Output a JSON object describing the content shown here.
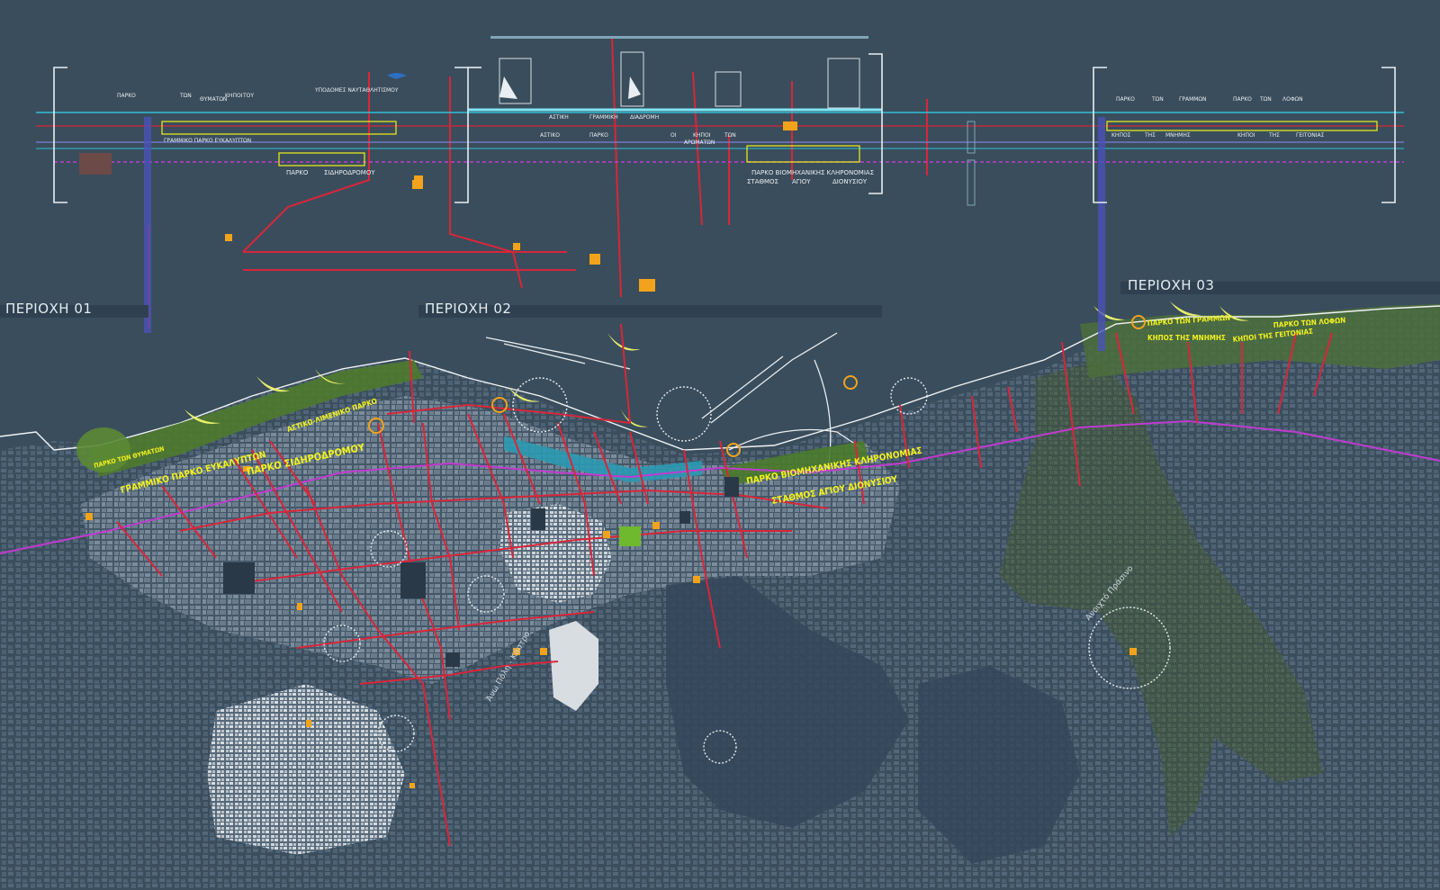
{
  "regions": [
    {
      "label": "ΠΕΡΙΟΧΗ 01"
    },
    {
      "label": "ΠΕΡΙΟΧΗ 02"
    },
    {
      "label": "ΠΕΡΙΟΧΗ 03"
    }
  ],
  "section_labels": {
    "region01_top": [
      "ΠΑΡΚΟ",
      "ΤΩΝ",
      "ΘΥΜΑΤΩΝ",
      "ΚΗΠΟΙ",
      "ΤΟΥ"
    ],
    "region01_top2": "ΓΡΑΜΜΙΚΟ ΠΑΡΚΟ ΕΥΚΑΛΥΠΤΩΝ",
    "region01_infra": "ΥΠΟΔΟΜΕΣ ΝΑΥΤΑΘΛΗΤΙΣΜΟΥ",
    "region01_park": [
      "ΠΑΡΚΟ",
      "ΣΙΔΗΡΟΔΡΟΜΟΥ"
    ],
    "region02_top": [
      "ΑΣΤΙΚΗ",
      "ΓΡΑΜΜΙΚΗ",
      "ΔΙΑΔΡΟΜΗ"
    ],
    "region02_sub": [
      "ΑΣΤΙΚΟ",
      "ΠΑΡΚΟ"
    ],
    "region02_kipos": [
      "ΟΙ",
      "ΚΗΠΟΙ",
      "ΤΩΝ"
    ],
    "region02_aromaton": "ΑΡΩΜΑΤΩΝ",
    "region02_park": [
      "ΠΑΡΚΟ ΒΙΟΜΗΧΑΝΙΚΗΣ ΚΛΗΡΟΝΟΜΙΑΣ",
      "ΣΤΑΘΜΟΣ",
      "ΑΓΙΟΥ",
      "ΔΙΟΝΥΣΙΟΥ"
    ],
    "region03_top": [
      "ΠΑΡΚΟ",
      "ΤΩΝ",
      "ΓΡΑΜΜΩΝ",
      "ΠΑΡΚΟ",
      "ΤΩΝ",
      "ΛΟΦΩΝ"
    ],
    "region03_sub": [
      "ΚΗΠΟΣ",
      "ΤΗΣ",
      "ΜΝΗΜΗΣ",
      "ΚΗΠΟΙ",
      "ΤΗΣ",
      "ΓΕΙΤΟΝΙΑΣ"
    ]
  },
  "map_labels": {
    "park_eucalyptus": "ΓΡΑΜΜΙΚΟ ΠΑΡΚΟ ΕΥΚΑΛΥΠΤΩΝ",
    "park_railway": "ΠΑΡΚΟ ΣΙΔΗΡΟΔΡΟΜΟΥ",
    "park_urban": "ΑΣΤΙΚΟ-ΛΙΜΕΝΙΚΟ ΠΑΡΚΟ",
    "park_industrial": "ΠΑΡΚΟ ΒΙΟΜΗΧΑΝΙΚΗΣ ΚΛΗΡΟΝΟΜΙΑΣ",
    "station": "ΣΤΑΘΜΟΣ ΑΓΙΟΥ ΔΙΟΝΥΣΙΟΥ",
    "park_lines": "ΠΑΡΚΟ ΤΩΝ ΓΡΑΜΜΩΝ",
    "park_hills": "ΠΑΡΚΟ ΤΩΝ ΛΟΦΩΝ",
    "garden_memory": "ΚΗΠΟΣ ΤΗΣ ΜΝΗΜΗΣ",
    "garden_neighbourhood": "ΚΗΠΟΙ ΤΗΣ ΓΕΙΤΟΝΙΑΣ",
    "park_victims": "ΠΑΡΚΟ ΤΩΝ ΘΥΜΑΤΩΝ",
    "upper_town": "Άνω Πόλη - Κάστρο",
    "green_path": "Ανοιχτό Πράσινο"
  },
  "colors": {
    "background": "#3a4d5c",
    "city_block": "#7d8c99",
    "old_town_block": "#c7ced4",
    "axis_red": "#d8263a",
    "metro_magenta": "#c13bd0",
    "coast_cyan": "#2fc0d8",
    "highlight_yellow": "#f2f21c",
    "orange": "#f2a31b",
    "green_zone": "#5a7a3e"
  }
}
